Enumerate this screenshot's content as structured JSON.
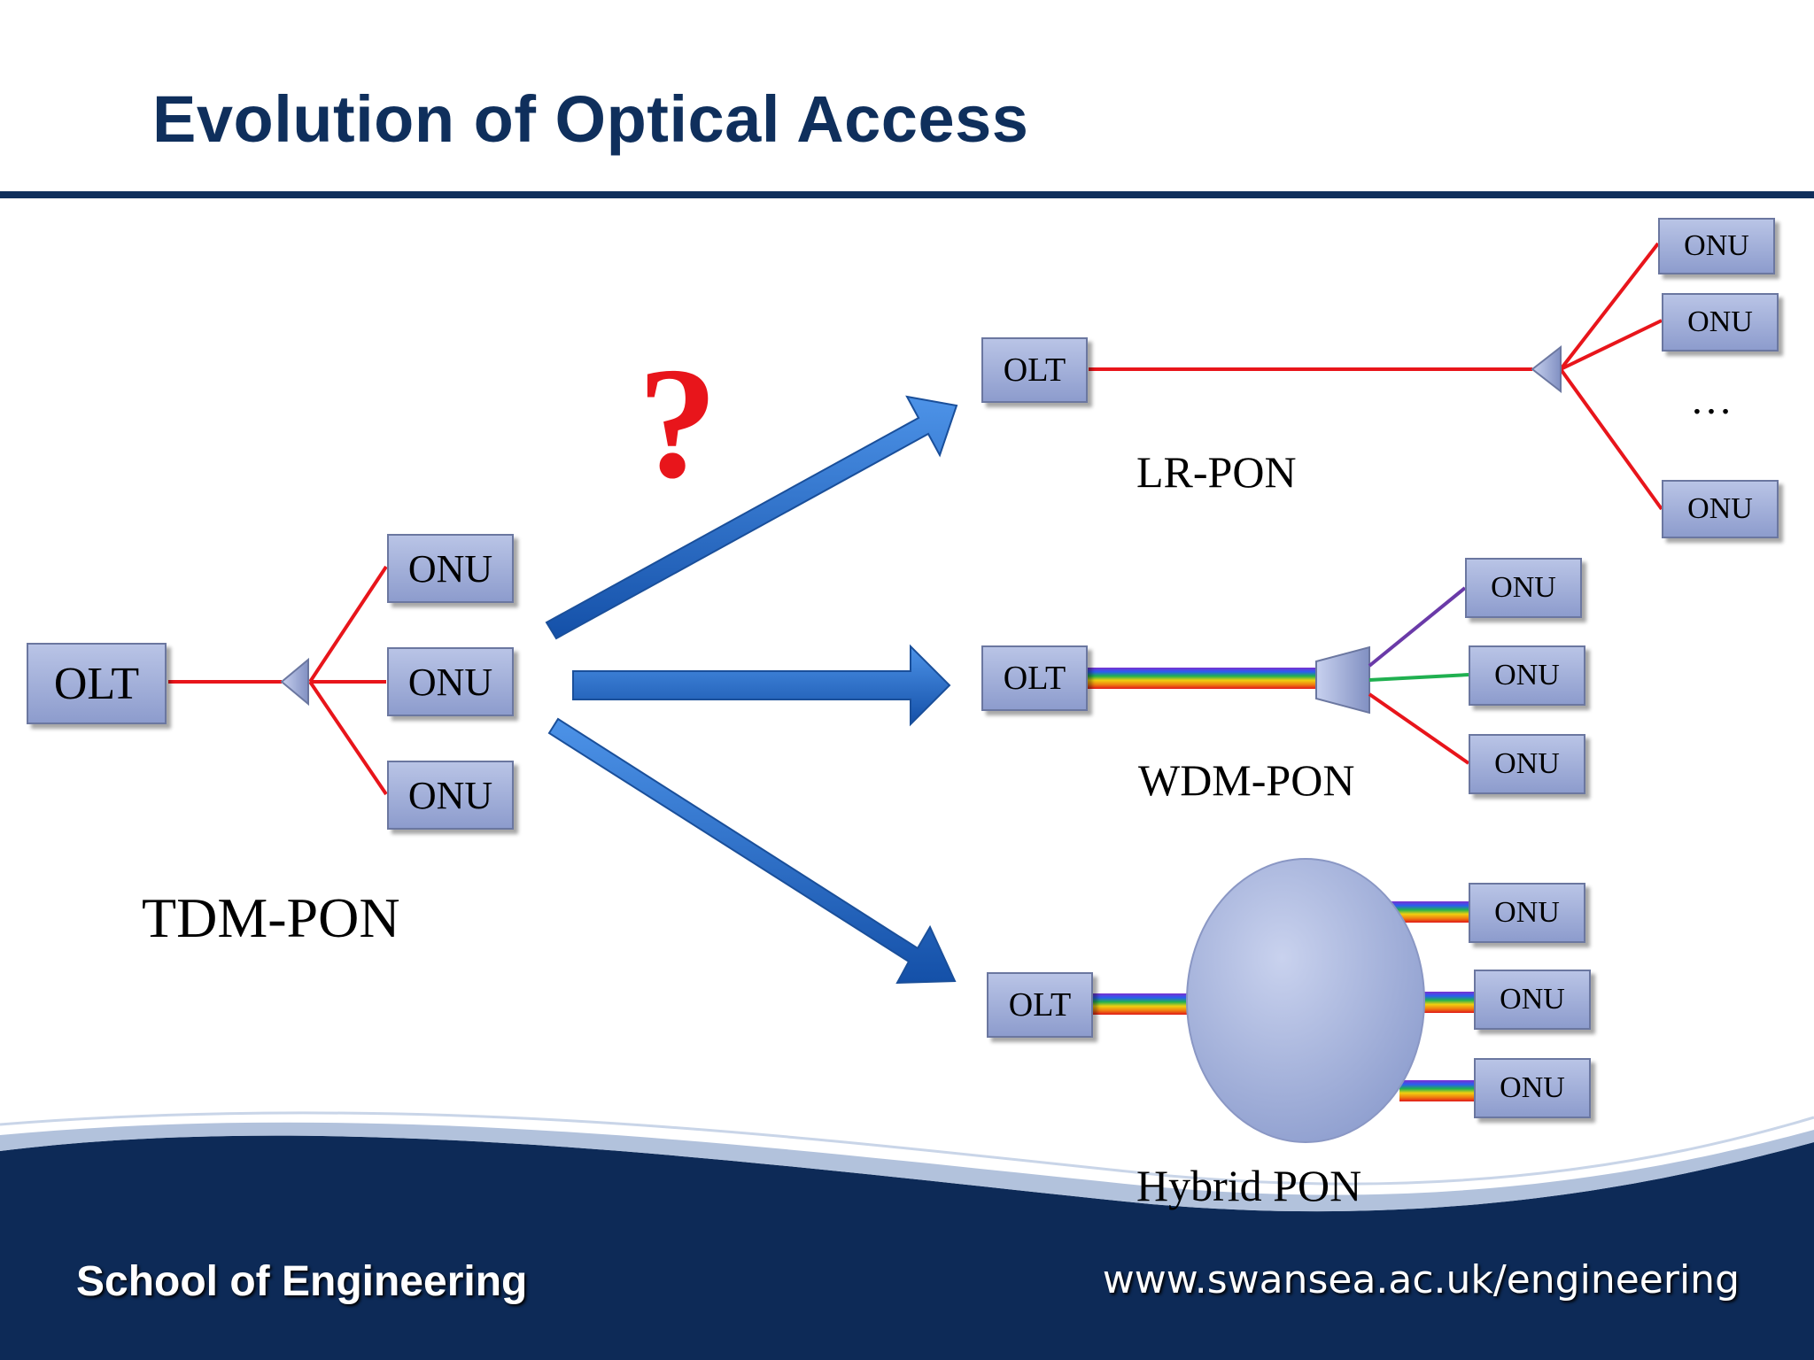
{
  "slide": {
    "title": "Evolution of Optical Access"
  },
  "tdm": {
    "olt": "OLT",
    "onus": [
      "ONU",
      "ONU",
      "ONU"
    ],
    "label": "TDM-PON"
  },
  "question_mark": "?",
  "lr": {
    "olt": "OLT",
    "onus": [
      "ONU",
      "ONU",
      "ONU"
    ],
    "ellipsis": "…",
    "label": "LR-PON"
  },
  "wdm": {
    "olt": "OLT",
    "onus": [
      "ONU",
      "ONU",
      "ONU"
    ],
    "label": "WDM-PON"
  },
  "hybrid": {
    "olt": "OLT",
    "onus": [
      "ONU",
      "ONU",
      "ONU"
    ],
    "label": "Hybrid PON"
  },
  "footer": {
    "school": "School of Engineering",
    "url": "www.swansea.ac.uk/engineering"
  },
  "colors": {
    "title": "#0f2f5c",
    "fiber": "#e8151b",
    "arrow": "#1f67c4",
    "footer_band": "#0d2a57"
  }
}
